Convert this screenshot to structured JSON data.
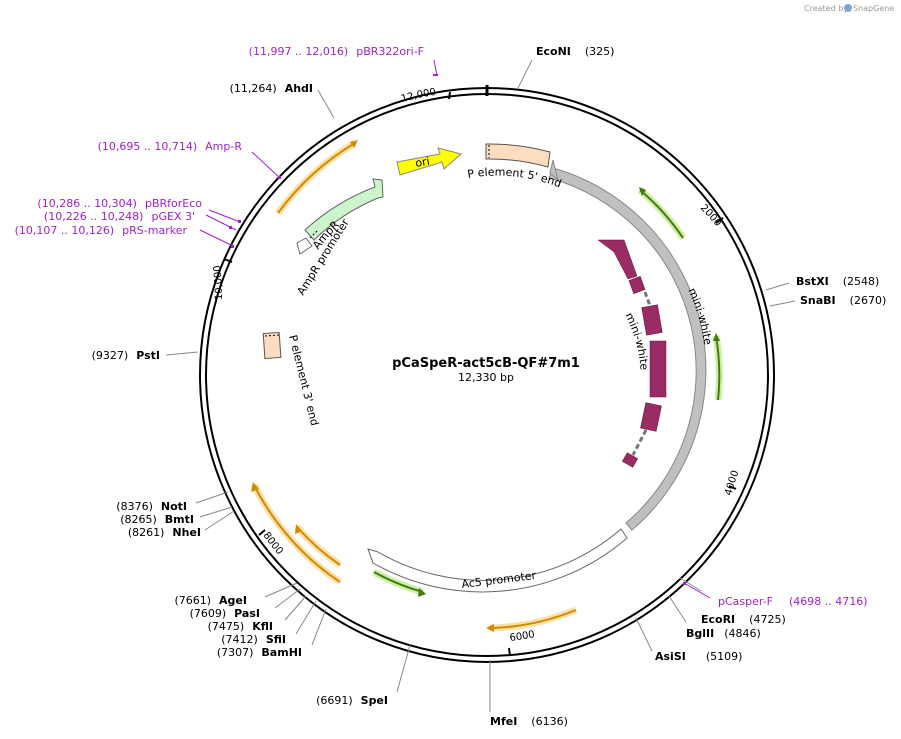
{
  "credit": {
    "prefix": "Created by",
    "brand": "SnapGene"
  },
  "plasmid": {
    "name": "pCaSpeR-act5cB-QF#7m1",
    "length": "12,330 bp"
  },
  "ticks": [
    "2000",
    "4000",
    "6000",
    "8000",
    "10,000",
    "12,000"
  ],
  "sites": [
    {
      "name": "EcoNI",
      "pos": "(325)"
    },
    {
      "name": "BstXI",
      "pos": "(2548)"
    },
    {
      "name": "SnaBI",
      "pos": "(2670)"
    },
    {
      "name": "EcoRI",
      "pos": "(4725)"
    },
    {
      "name": "BglII",
      "pos": "(4846)"
    },
    {
      "name": "AsiSI",
      "pos": "(5109)"
    },
    {
      "name": "MfeI",
      "pos": "(6136)"
    },
    {
      "name": "SpeI",
      "pos": "(6691)"
    },
    {
      "name": "BamHI",
      "pos": "(7307)"
    },
    {
      "name": "SfiI",
      "pos": "(7412)"
    },
    {
      "name": "KflI",
      "pos": "(7475)"
    },
    {
      "name": "PasI",
      "pos": "(7609)"
    },
    {
      "name": "AgeI",
      "pos": "(7661)"
    },
    {
      "name": "NheI",
      "pos": "(8261)"
    },
    {
      "name": "BmtI",
      "pos": "(8265)"
    },
    {
      "name": "NotI",
      "pos": "(8376)"
    },
    {
      "name": "PstI",
      "pos": "(9327)"
    },
    {
      "name": "AhdI",
      "pos": "(11,264)"
    }
  ],
  "primers": [
    {
      "name": "pBR322ori-F",
      "range": "(11,997 .. 12,016)"
    },
    {
      "name": "Amp-R",
      "range": "(10,695 .. 10,714)"
    },
    {
      "name": "pBRforEco",
      "range": "(10,286 .. 10,304)"
    },
    {
      "name": "pGEX 3'",
      "range": "(10,226 .. 10,248)"
    },
    {
      "name": "pRS-marker",
      "range": "(10,107 .. 10,126)"
    },
    {
      "name": "pCasper-F",
      "range": "(4698 .. 4716)"
    }
  ],
  "features": {
    "ori": "ori",
    "p5": "P element 5' end",
    "p3": "P element 3' end",
    "ampr": "AmpR",
    "ampr_promoter": "AmpR promoter",
    "mini_white_outer": "mini-white",
    "mini_white_inner": "mini-white",
    "ac5": "Ac5 promoter"
  },
  "colors": {
    "ori": "#ffff00",
    "p_element": "#fddcbf",
    "ampr": "#ccf5cc",
    "mini_white_gene": "#9b2c63",
    "mini_white_region": "#c0c0c0",
    "orange_orf": "#e68a00",
    "green_orf": "#66aa22",
    "primer": "#a020d0"
  }
}
